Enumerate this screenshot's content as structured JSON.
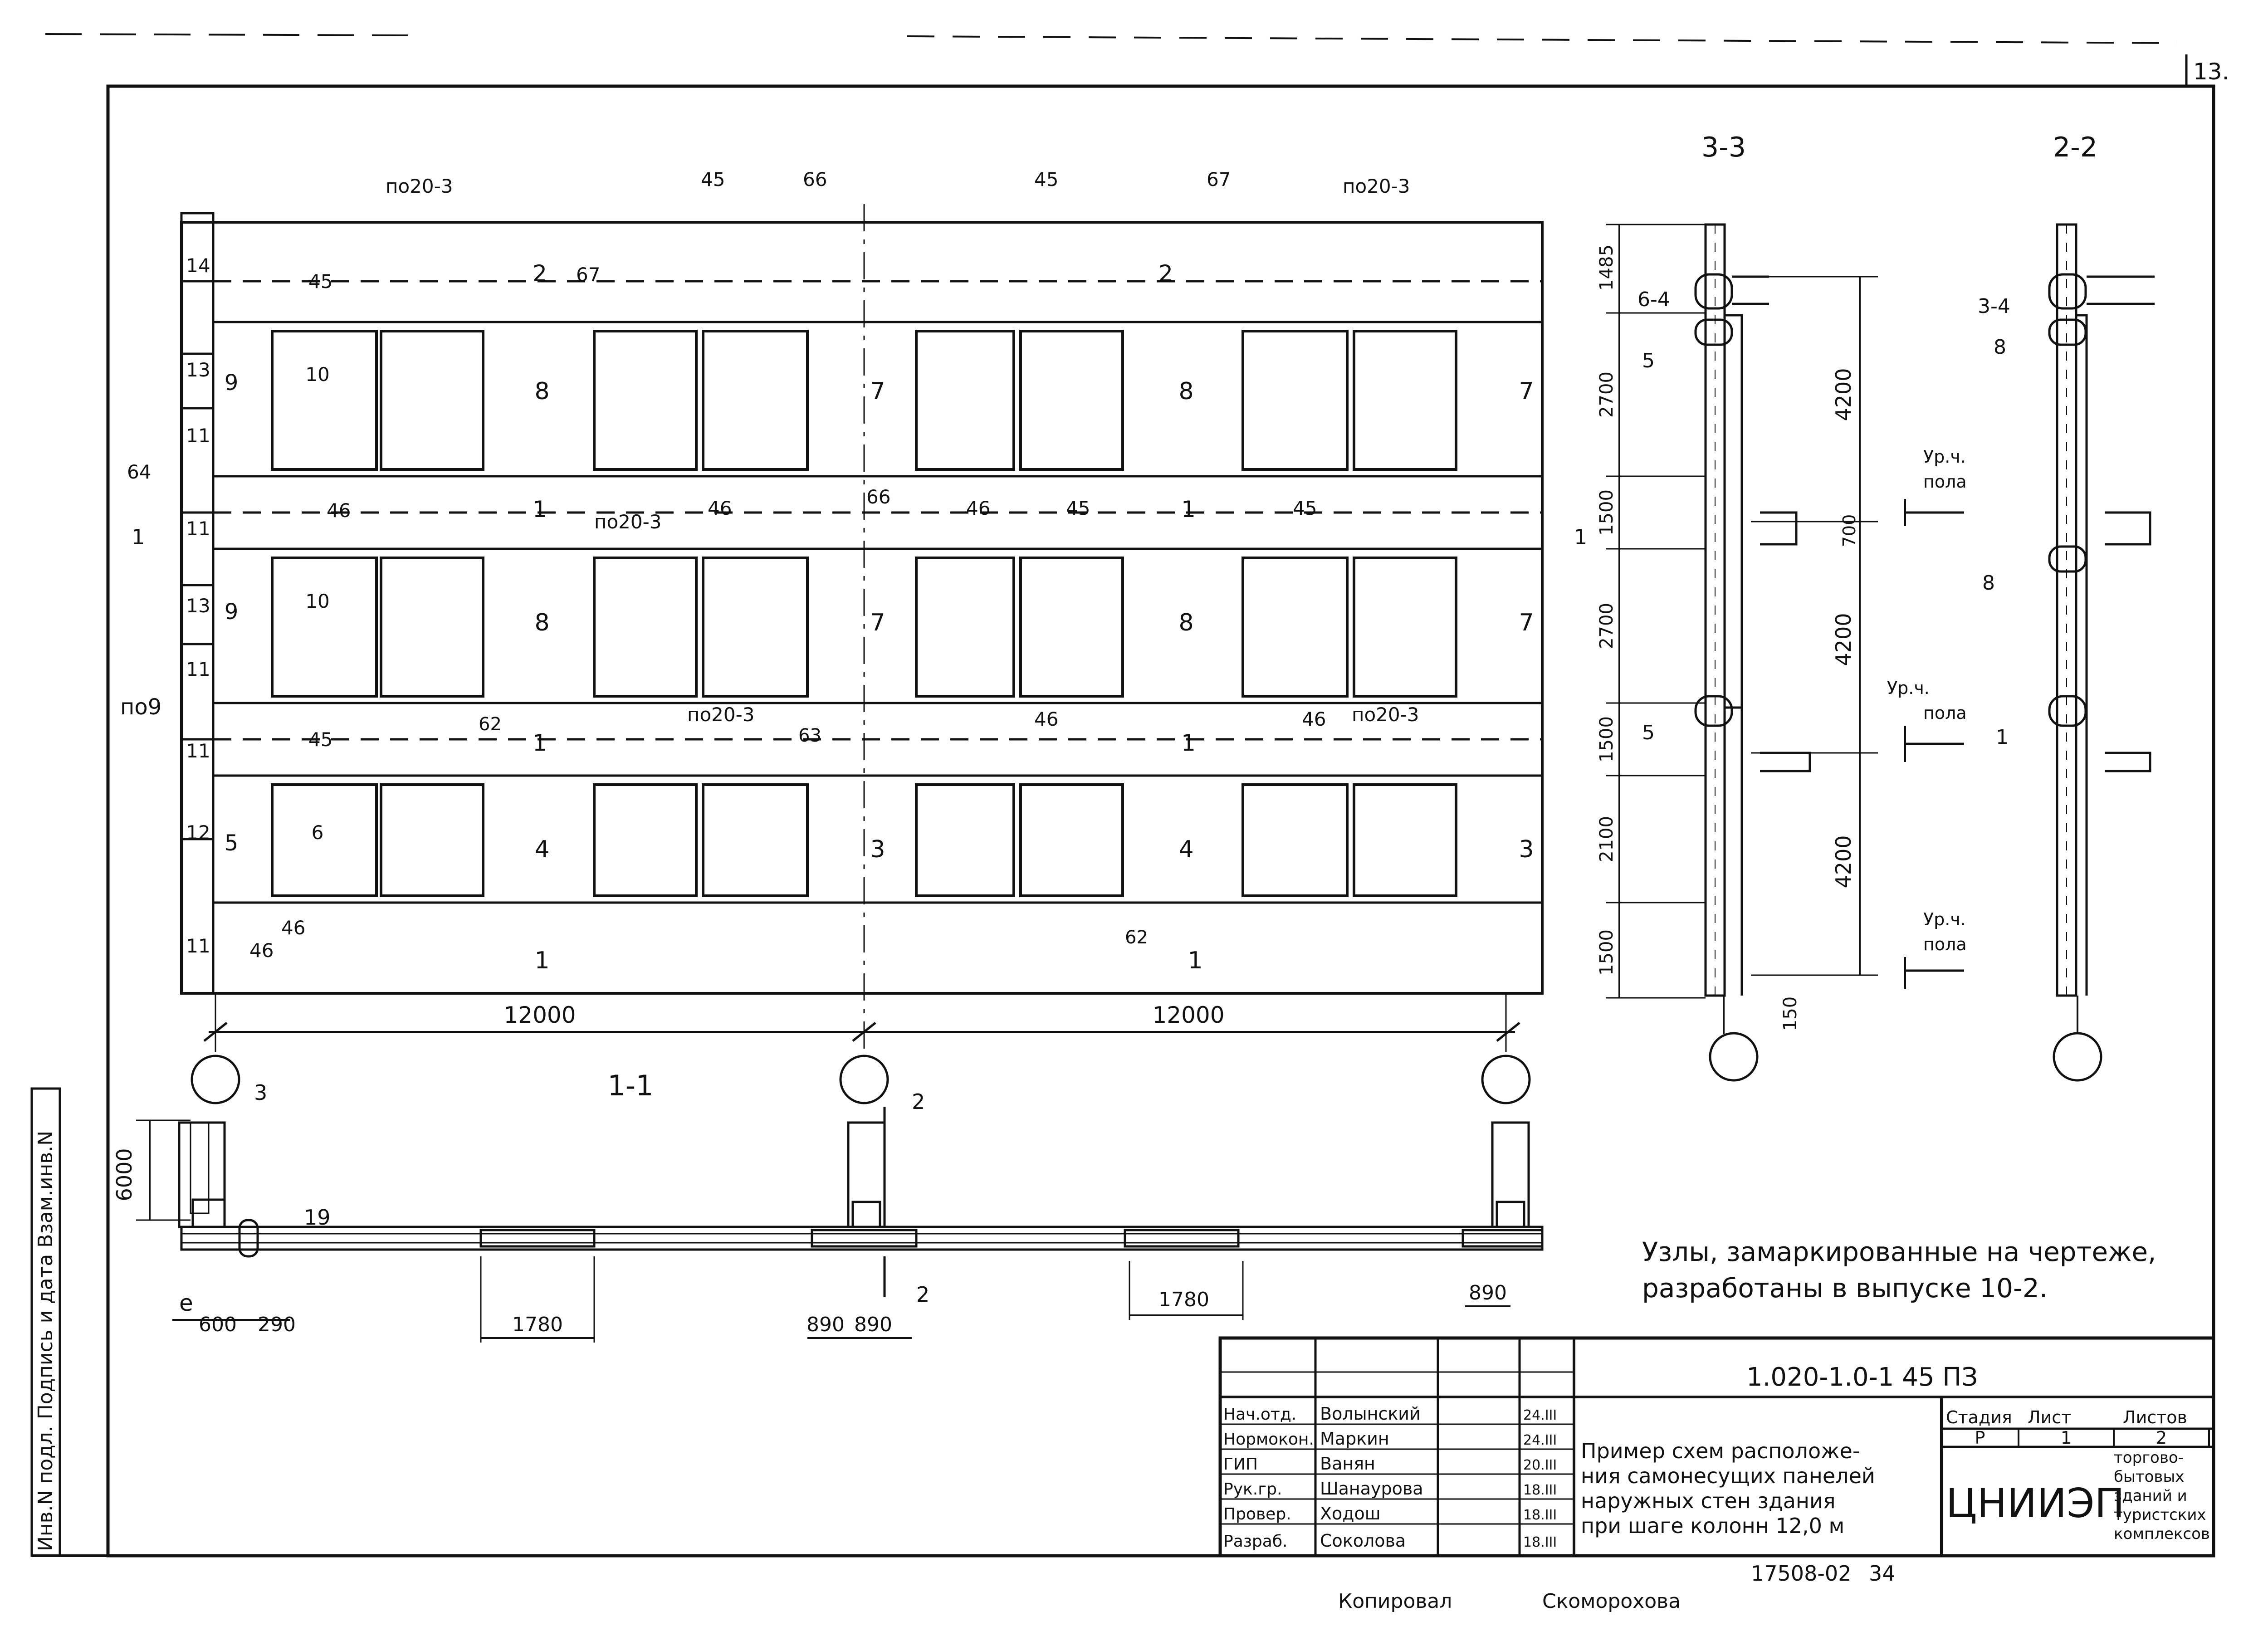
{
  "corner_mark": "13.",
  "elevation": {
    "panel_marks": [
      "14",
      "13",
      "11",
      "11",
      "13",
      "11",
      "11",
      "12",
      "11"
    ],
    "left_numbers": [
      "9",
      "9",
      "5"
    ],
    "left_sub": [
      "10",
      "10",
      "6"
    ],
    "big_marks_row1": [
      "8",
      "7",
      "8",
      "7"
    ],
    "big_marks_row2": [
      "8",
      "7",
      "8",
      "7"
    ],
    "big_marks_row3": [
      "4",
      "3",
      "4",
      "3"
    ],
    "band_marks_top": [
      "2",
      "2"
    ],
    "band_marks_mid": [
      "1",
      "1"
    ],
    "band_marks_low": [
      "1",
      "1"
    ],
    "bottom_marks": [
      "1",
      "1"
    ],
    "callouts": {
      "po20_3": "по20-3",
      "po9": "по9",
      "n45": "45",
      "n46": "46",
      "n62": "62",
      "n63": "63",
      "n64": "64",
      "n66": "66",
      "n67": "67"
    },
    "section_mark_1": "1",
    "dims": [
      "12000",
      "12000"
    ]
  },
  "plan": {
    "title": "1-1",
    "dim_height": "6000",
    "marks": [
      "3",
      "2",
      "2",
      "19"
    ],
    "dims": [
      "600",
      "290",
      "1780",
      "890",
      "890",
      "1780",
      "890"
    ],
    "e_mark": "е"
  },
  "section_33": {
    "title": "3-3",
    "levels": [
      "1485",
      "2700",
      "1500",
      "2700",
      "1500",
      "2100",
      "1500"
    ],
    "heights": [
      "4200",
      "4200",
      "4200"
    ],
    "small_dims": [
      "700",
      "150"
    ],
    "marks": [
      "6-4",
      "5",
      "5"
    ],
    "floor_label_1": "Ур.ч.",
    "floor_label_2": "пола"
  },
  "section_22": {
    "title": "2-2",
    "marks": [
      "3-4",
      "8",
      "8",
      "1"
    ]
  },
  "note_line1": "Узлы, замаркированные на чертеже,",
  "note_line2": "разработаны в выпуске 10-2.",
  "side_stamp": "Инв.N подл.  Подпись и дата  Взам.инв.N",
  "title_block": {
    "code": "1.020-1.0-1 45 ПЗ",
    "roles": [
      "Нач.отд.",
      "Нормокон.",
      "ГИП",
      "Рук.гр.",
      "Провер.",
      "Разраб."
    ],
    "names": [
      "Волынский",
      "Маркин",
      "Ванян",
      "Шанаурова",
      "Ходош",
      "Соколова"
    ],
    "dates": [
      "24.III",
      "24.III",
      "20.III",
      "18.III",
      "18.III",
      "18.III"
    ],
    "title_lines": [
      "Пример схем расположе-",
      "ния самонесущих панелей",
      "наружных стен здания",
      "при шаге колонн 12,0 м"
    ],
    "stage_label": "Стадия",
    "sheet_label": "Лист",
    "sheets_label": "Листов",
    "stage": "Р",
    "sheet": "1",
    "sheets": "2",
    "org": "ЦНИИЭП",
    "org_sub": [
      "торгово-",
      "бытовых",
      "зданий и",
      "туристских",
      "комплексов"
    ],
    "archive": "17508-02",
    "page": "34",
    "copied_label": "Копировал",
    "copied_name": "Скоморохова"
  }
}
